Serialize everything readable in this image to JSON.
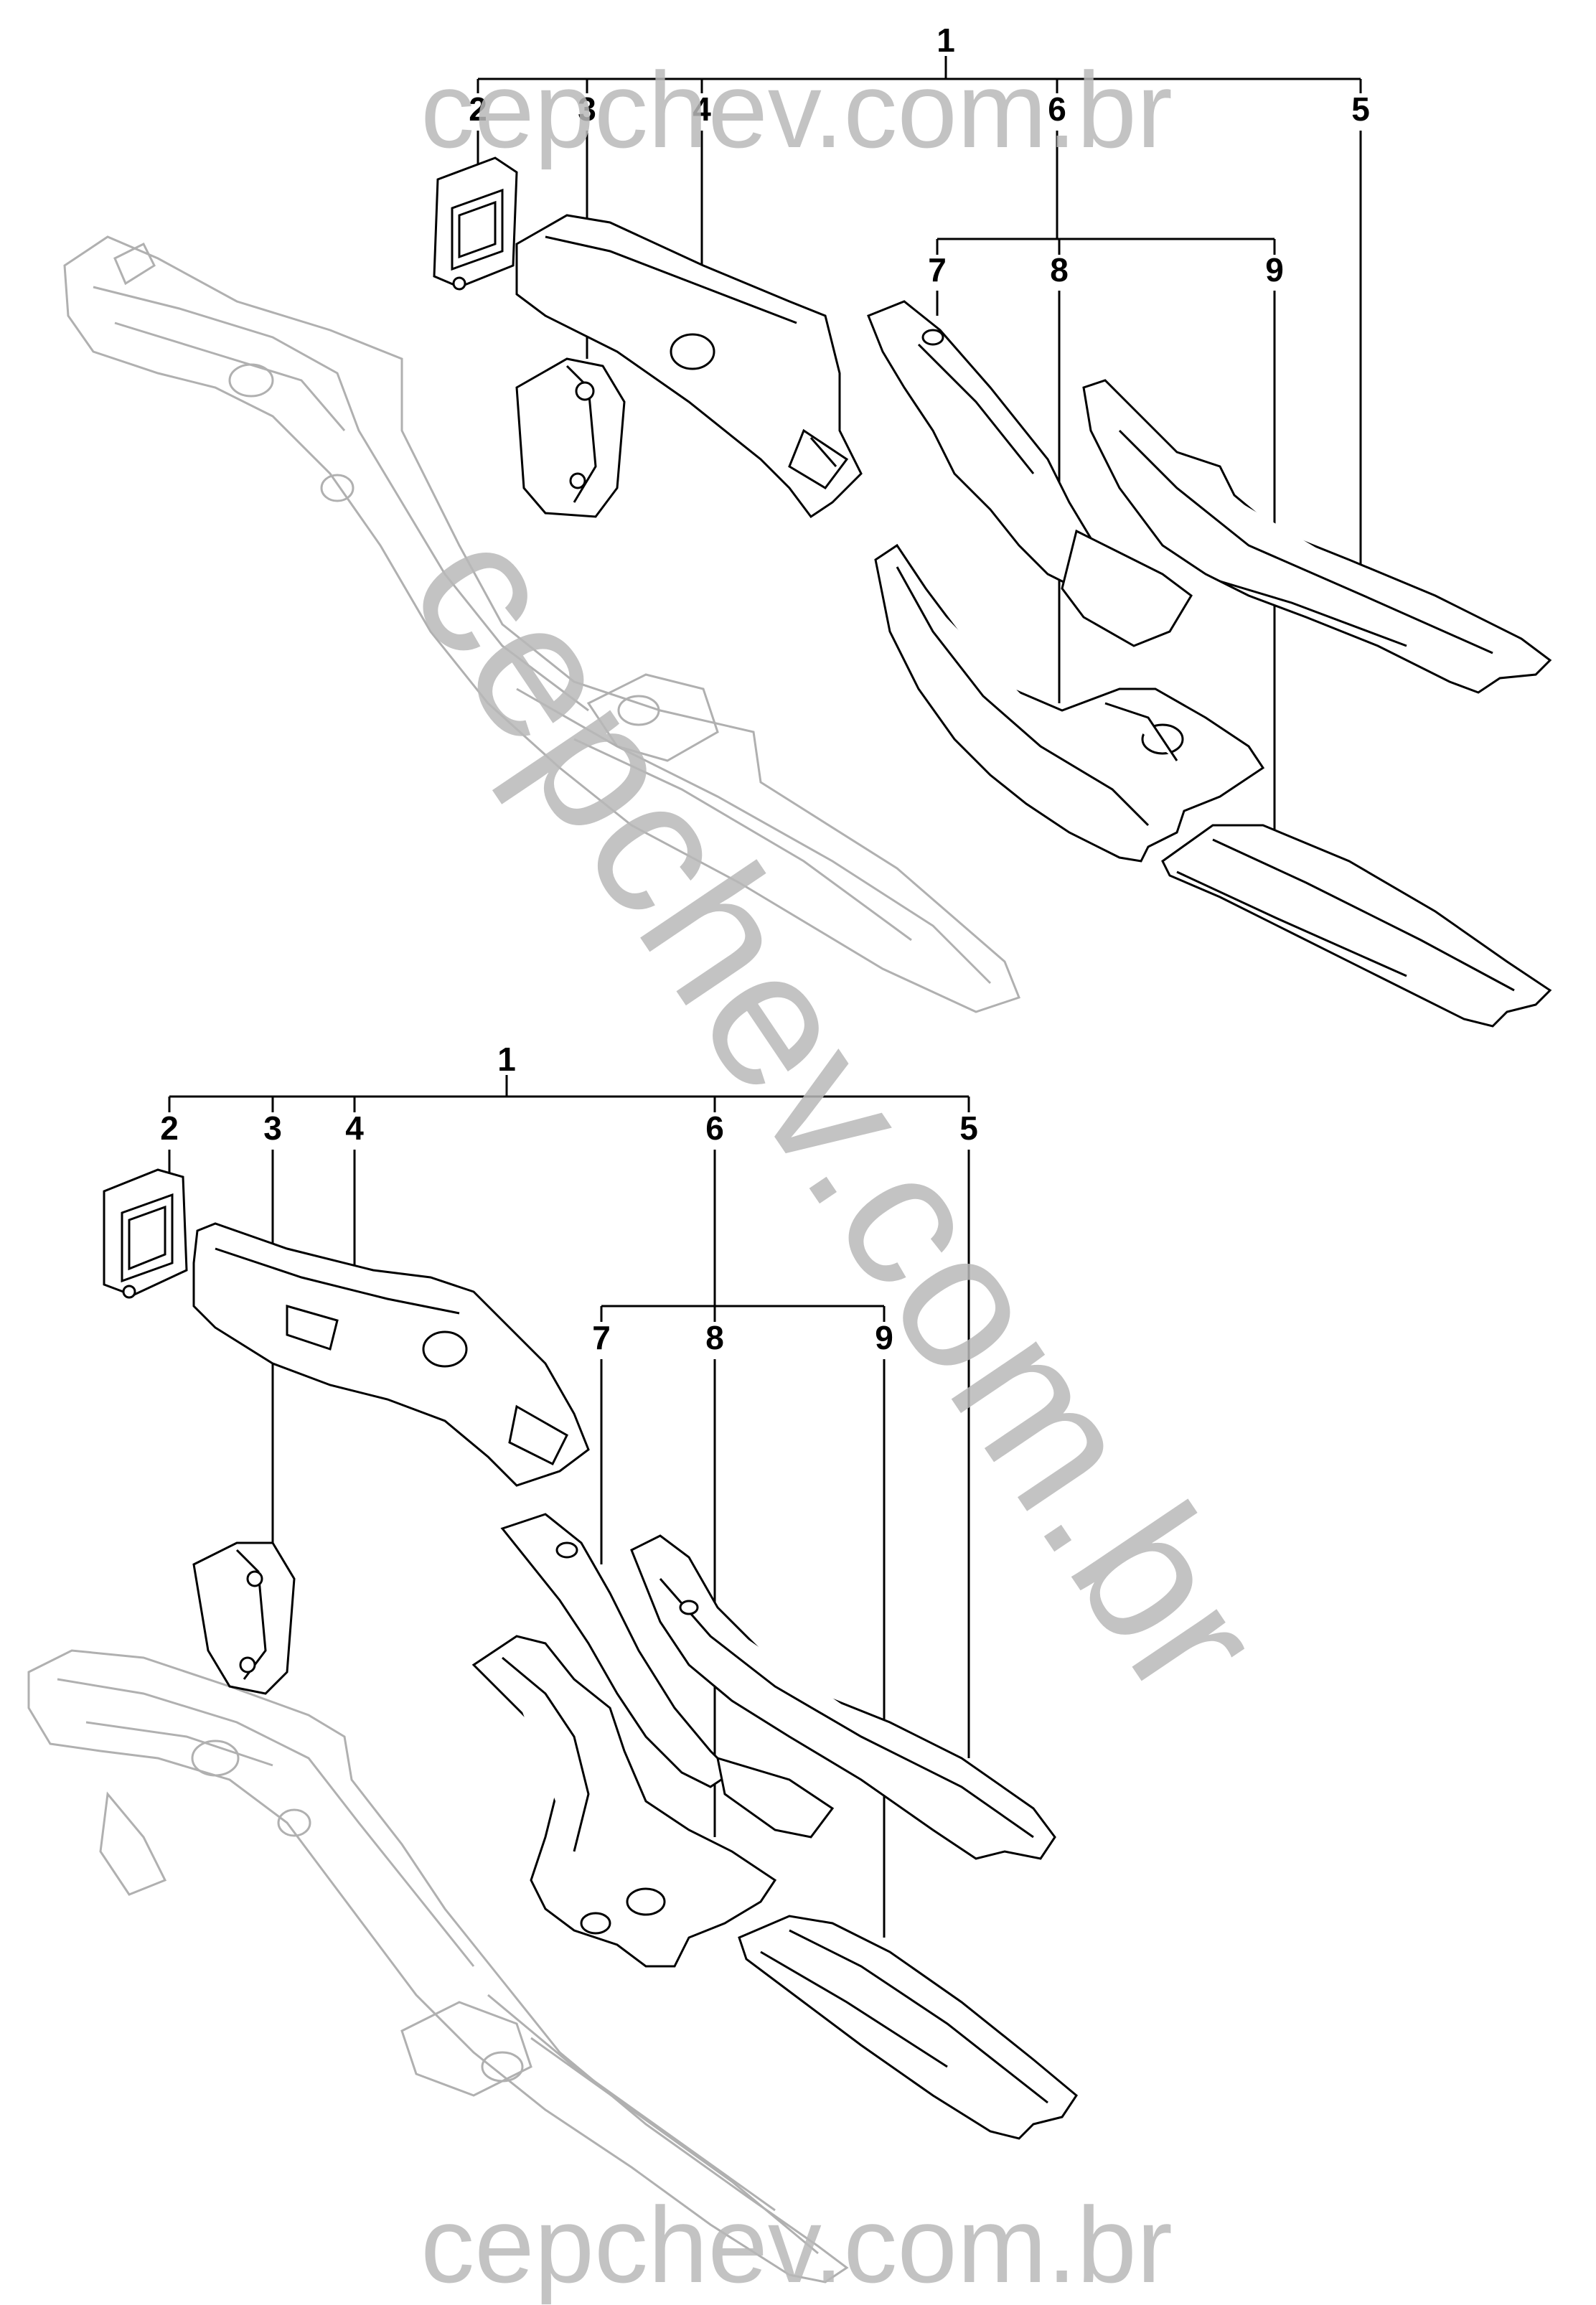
{
  "watermark": {
    "text": "cepchev.com.br",
    "color": "#b9b9b9"
  },
  "diagrams": [
    {
      "labels": [
        "1",
        "2",
        "3",
        "4",
        "6",
        "5",
        "7",
        "8",
        "9"
      ]
    },
    {
      "labels": [
        "1",
        "2",
        "3",
        "4",
        "6",
        "5",
        "7",
        "8",
        "9"
      ]
    }
  ],
  "colors": {
    "line": "#000000",
    "ghost": "#b0b0b0",
    "background": "#ffffff"
  }
}
